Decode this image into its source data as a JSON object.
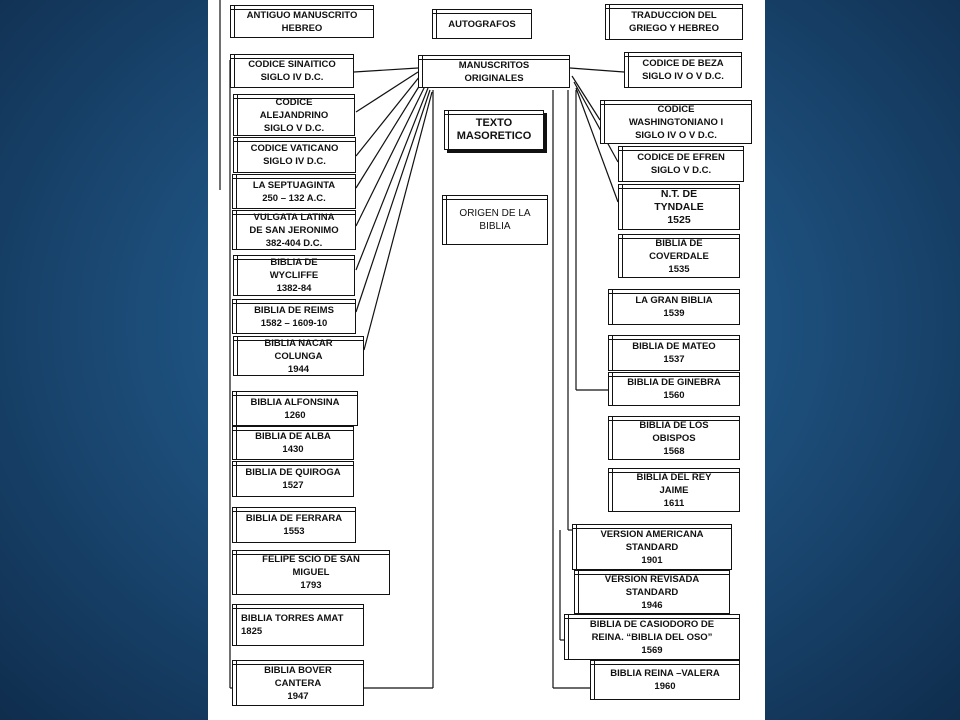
{
  "diagram": {
    "top": {
      "hebreo": "ANTIGUO MANUSCRITO\nHEBREO",
      "autografos": "AUTOGRAFOS",
      "traduccion": "TRADUCCION  DEL\nGRIEGO Y HEBREO"
    },
    "center": {
      "manuscritos": "MANUSCRITOS\nORIGINALES",
      "masoretico": "TEXTO\nMASORETICO",
      "origen": "ORIGEN DE LA\nBIBLIA"
    },
    "left": [
      "CODICE SINAITICO\nSIGLO IV D.C.",
      "CODICE\nALEJANDRINO\nSIGLO V  D.C.",
      "CODICE VATICANO\nSIGLO IV  D.C.",
      "LA SEPTUAGINTA\n250 – 132 A.C.",
      "VULGATA LATINA\nDE SAN JERONIMO\n382-404 D.C.",
      "BIBLIA DE\nWYCLIFFE\n1382-84",
      "BIBLIA DE REIMS\n1582 – 1609-10",
      "BIBLIA  NACAR\nCOLUNGA\n1944",
      "BIBLIA ALFONSINA\n1260",
      "BIBLIA DE ALBA\n1430",
      "BIBLIA DE QUIROGA\n1527",
      "BIBLIA DE FERRARA\n1553",
      "FELIPE SCIO DE SAN\nMIGUEL\n1793",
      "BIBLIA TORRES AMAT\n1825",
      "BIBLIA BOVER\nCANTERA\n1947"
    ],
    "right": [
      "CODICE DE BEZA\nSIGLO IV  O V  D.C.",
      "CODICE\nWASHINGTONIANO I\nSIGLO IV  O V  D.C.",
      "CODICE DE EFREN\nSIGLO V  D.C.",
      "N.T.  DE\nTYNDALE\n1525",
      "BIBLIA DE\nCOVERDALE\n1535",
      "LA GRAN BIBLIA\n1539",
      "BIBLIA DE MATEO\n1537",
      "BIBLIA DE GINEBRA\n1560",
      "BIBLIA DE LOS\nOBISPOS\n1568",
      "BIBLIA DEL REY\nJAIME\n1611",
      "VERSION AMERICANA\nSTANDARD\n1901",
      "VERSION REVISADA\nSTANDARD\n1946",
      "BIBLIA  DE CASIODORO DE\nREINA. “BIBLIA DEL OSO”\n1569",
      "BIBLIA  REINA –VALERA\n1960"
    ]
  }
}
